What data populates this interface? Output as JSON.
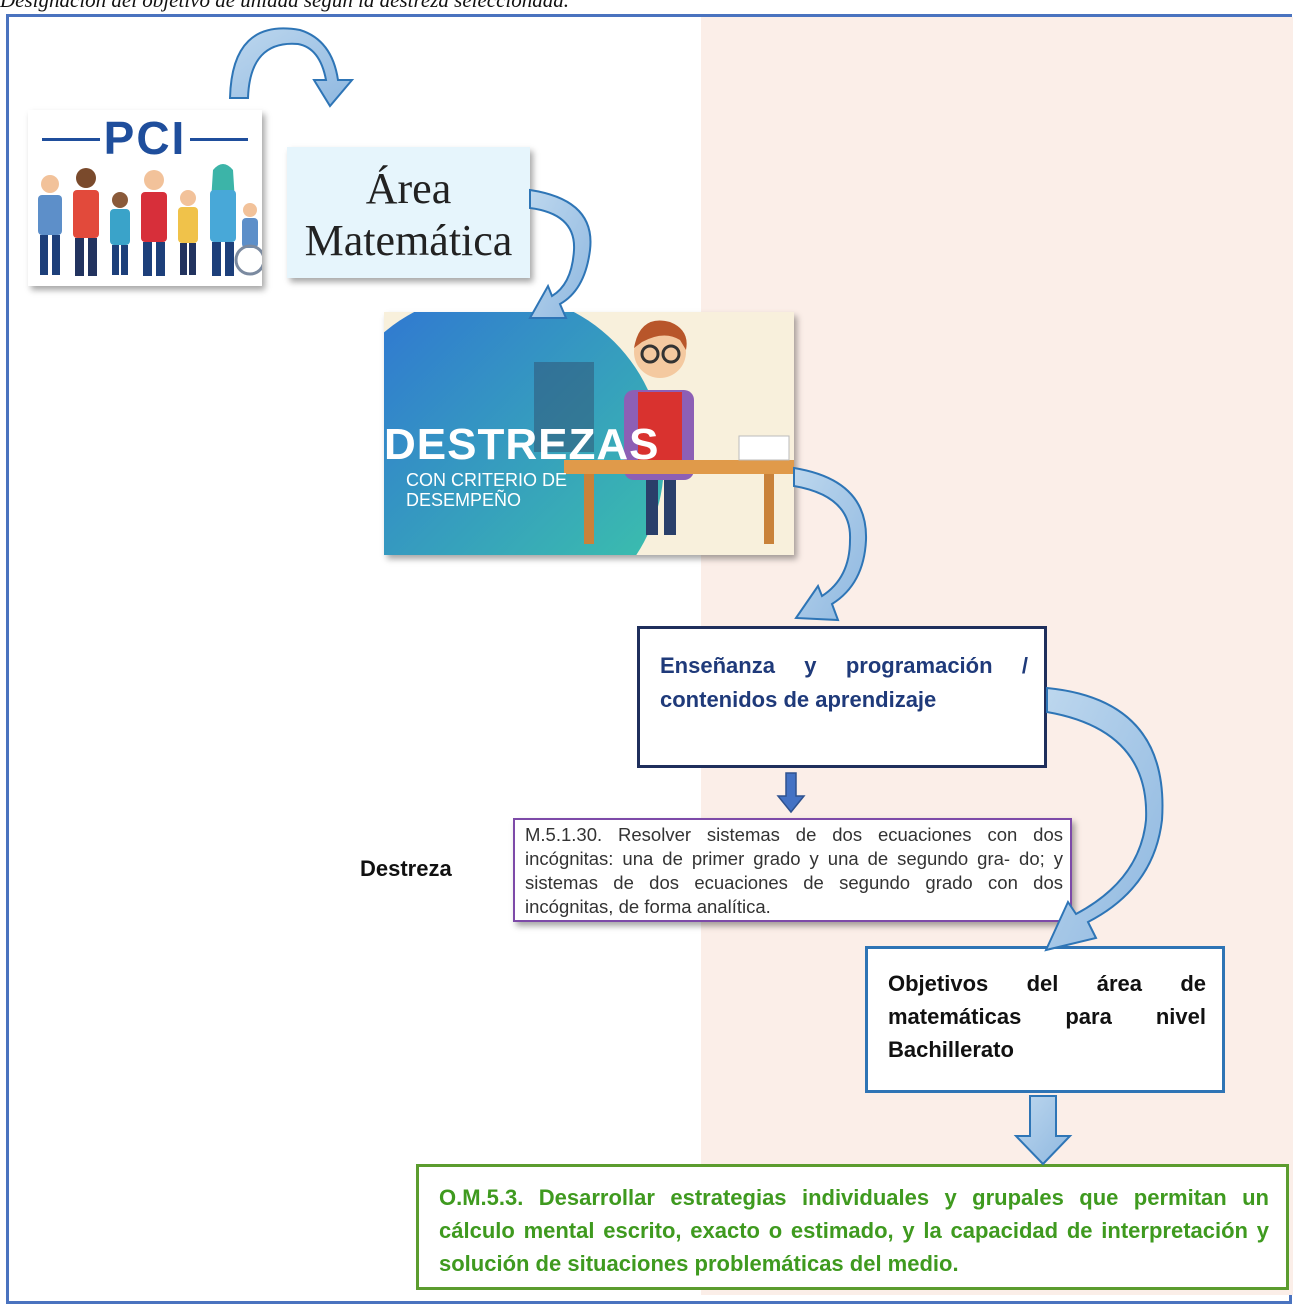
{
  "caption": "Designación del objetivo de unidad según la destreza seleccionada.",
  "pci": {
    "title": "PCI"
  },
  "area": {
    "line1": "Área",
    "line2": "Matemática"
  },
  "destrezas_image": {
    "title": "DESTREZAS",
    "subtitle_line1": "CON CRITERIO DE",
    "subtitle_line2": "DESEMPEÑO"
  },
  "ensenanza": {
    "text": "Enseñanza y programación / contenidos de aprendizaje"
  },
  "destreza": {
    "label": "Destreza",
    "text": "M.5.1.30. Resolver sistemas de dos ecuaciones con dos incógnitas: una de primer grado y una de segundo gra- do; y sistemas de dos ecuaciones de segundo grado con dos incógnitas, de forma analítica."
  },
  "objetivos": {
    "text": "Objetivos del área de matemáticas para nivel Bachillerato"
  },
  "objective_om": {
    "text": "O.M.5.3. Desarrollar estrategias individuales y grupales que permitan un cálculo mental escrito, exacto o estimado, y la capacidad de interpretación y solución de situaciones problemáticas del medio."
  },
  "colors": {
    "frame": "#4a73bf",
    "pink_panel": "#fbeee8",
    "arrow_fill": "#9dc3e6",
    "arrow_stroke": "#2e75b6",
    "down_arrow": "#4472c4",
    "ensenanza_border": "#1f2f5c",
    "skill_border": "#7d4aa8",
    "objetivos_border": "#2e74b5",
    "om_border": "#5b9c2e",
    "om_text": "#3f9a1f"
  }
}
